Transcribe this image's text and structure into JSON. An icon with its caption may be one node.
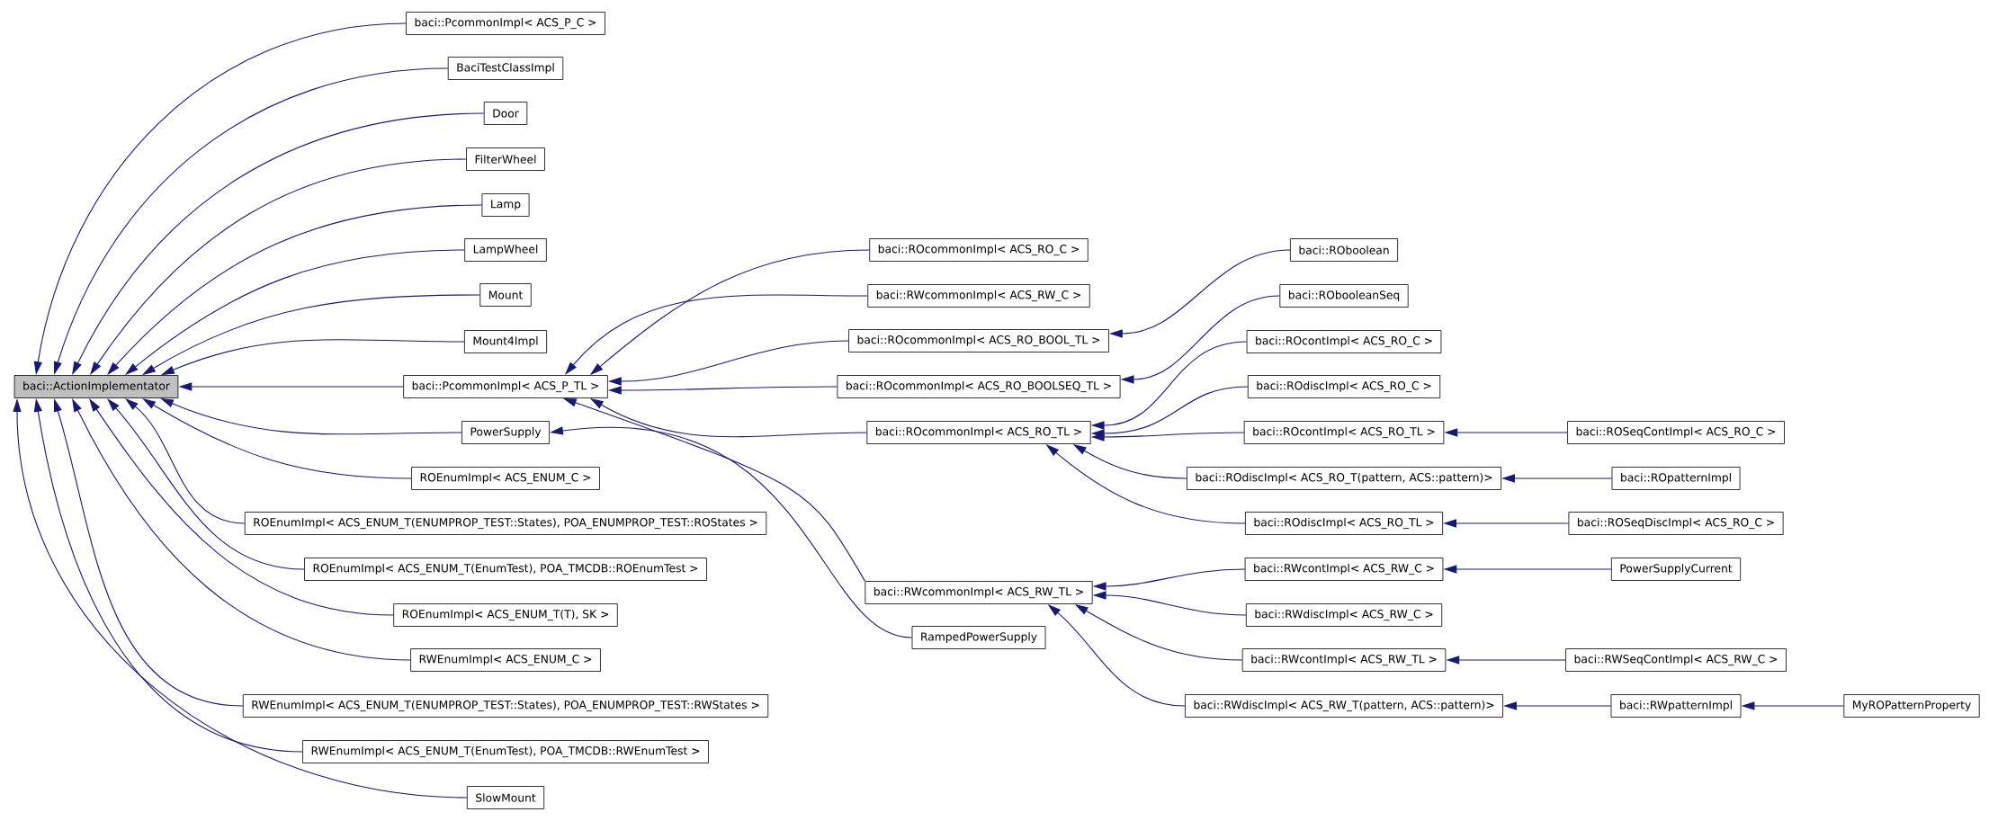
{
  "diagram": {
    "nodes": [
      {
        "text": [
          "baci::ActionImplementator"
        ]
      },
      {
        "text": [
          "baci::PcommonImpl< ACS_P_C >"
        ]
      },
      {
        "text": [
          "BaciTestClassImpl"
        ]
      },
      {
        "text": [
          "Door"
        ]
      },
      {
        "text": [
          "FilterWheel"
        ]
      },
      {
        "text": [
          "Lamp"
        ]
      },
      {
        "text": [
          "LampWheel"
        ]
      },
      {
        "text": [
          "Mount"
        ]
      },
      {
        "text": [
          "Mount4Impl"
        ]
      },
      {
        "text": [
          "baci::PcommonImpl< ACS_P_TL >"
        ]
      },
      {
        "text": [
          "PowerSupply"
        ]
      },
      {
        "text": [
          "ROEnumImpl< ACS_ENUM_C >"
        ]
      },
      {
        "text": [
          "ROEnumImpl< ACS_ENUM_T(ENUMPROP_TEST::States), POA_ENUMPROP_TEST::ROStates >"
        ]
      },
      {
        "text": [
          "ROEnumImpl< ACS_ENUM_T(EnumTest), POA_TMCDB::ROEnumTest >"
        ]
      },
      {
        "text": [
          "ROEnumImpl< ACS_ENUM_T(T), SK >"
        ]
      },
      {
        "text": [
          "RWEnumImpl< ACS_ENUM_C >"
        ]
      },
      {
        "text": [
          "RWEnumImpl< ACS_ENUM_T(ENUMPROP_TEST::States), POA_ENUMPROP_TEST::RWStates >"
        ]
      },
      {
        "text": [
          "RWEnumImpl< ACS_ENUM_T(EnumTest), POA_TMCDB::RWEnumTest >"
        ]
      },
      {
        "text": [
          "SlowMount"
        ]
      },
      {
        "text": [
          "baci::ROcommonImpl< ACS_RO_C >"
        ]
      },
      {
        "text": [
          "baci::RWcommonImpl< ACS_RW_C >"
        ]
      },
      {
        "text": [
          "baci::ROcommonImpl< ACS_RO_BOOL_TL >"
        ]
      },
      {
        "text": [
          "baci::ROcommonImpl< ACS_RO_BOOLSEQ_TL >"
        ]
      },
      {
        "text": [
          "baci::ROcommonImpl< ACS_RO_TL >"
        ]
      },
      {
        "text": [
          "baci::RWcommonImpl< ACS_RW_TL >"
        ]
      },
      {
        "text": [
          "RampedPowerSupply"
        ]
      },
      {
        "text": [
          "baci::ROboolean"
        ]
      },
      {
        "text": [
          "baci::RObooleanSeq"
        ]
      },
      {
        "text": [
          "baci::ROcontImpl< ACS_RO_C >"
        ]
      },
      {
        "text": [
          "baci::ROdiscImpl< ACS_RO_C >"
        ]
      },
      {
        "text": [
          "baci::ROcontImpl< ACS_RO_TL >"
        ]
      },
      {
        "text": [
          "baci::ROdiscImpl< ACS_RO_T(pattern, ACS::pattern)>"
        ]
      },
      {
        "text": [
          "baci::ROdiscImpl< ACS_RO_TL >"
        ]
      },
      {
        "text": [
          "baci::RWcontImpl< ACS_RW_C >"
        ]
      },
      {
        "text": [
          "baci::RWdiscImpl< ACS_RW_C >"
        ]
      },
      {
        "text": [
          "baci::RWcontImpl< ACS_RW_TL >"
        ]
      },
      {
        "text": [
          "baci::RWdiscImpl< ACS_RW_T(pattern, ACS::pattern)>"
        ]
      },
      {
        "text": [
          "baci::ROSeqContImpl< ACS_RO_C >"
        ]
      },
      {
        "text": [
          "baci::ROpatternImpl"
        ]
      },
      {
        "text": [
          "baci::ROSeqDiscImpl< ACS_RO_C >"
        ]
      },
      {
        "text": [
          "PowerSupplyCurrent"
        ]
      },
      {
        "text": [
          "baci::RWSeqContImpl< ACS_RW_C >"
        ]
      },
      {
        "text": [
          "baci::RWpatternImpl"
        ]
      },
      {
        "text": [
          "MyROPatternProperty"
        ]
      }
    ],
    "edges": [
      {
        "from": 1,
        "to": 0,
        "arrow": "to"
      },
      {
        "from": 2,
        "to": 0,
        "arrow": "to"
      },
      {
        "from": 3,
        "to": 0,
        "arrow": "to"
      },
      {
        "from": 4,
        "to": 0,
        "arrow": "to"
      },
      {
        "from": 5,
        "to": 0,
        "arrow": "to"
      },
      {
        "from": 6,
        "to": 0,
        "arrow": "to"
      },
      {
        "from": 7,
        "to": 0,
        "arrow": "to"
      },
      {
        "from": 8,
        "to": 0,
        "arrow": "to"
      },
      {
        "from": 9,
        "to": 0,
        "arrow": "to"
      },
      {
        "from": 10,
        "to": 0,
        "arrow": "to"
      },
      {
        "from": 11,
        "to": 0,
        "arrow": "to"
      },
      {
        "from": 12,
        "to": 0,
        "arrow": "to"
      },
      {
        "from": 13,
        "to": 0,
        "arrow": "to"
      },
      {
        "from": 14,
        "to": 0,
        "arrow": "to"
      },
      {
        "from": 15,
        "to": 0,
        "arrow": "to"
      },
      {
        "from": 16,
        "to": 0,
        "arrow": "to"
      },
      {
        "from": 17,
        "to": 0,
        "arrow": "to"
      },
      {
        "from": 18,
        "to": 0,
        "arrow": "to"
      },
      {
        "from": 19,
        "to": 9,
        "arrow": "to"
      },
      {
        "from": 20,
        "to": 9,
        "arrow": "to"
      },
      {
        "from": 21,
        "to": 9,
        "arrow": "to"
      },
      {
        "from": 22,
        "to": 9,
        "arrow": "to"
      },
      {
        "from": 23,
        "to": 9,
        "arrow": "to"
      },
      {
        "from": 24,
        "to": 9,
        "arrow": "to"
      },
      {
        "from": 25,
        "to": 10,
        "arrow": "to"
      },
      {
        "from": 26,
        "to": 21,
        "arrow": "to"
      },
      {
        "from": 27,
        "to": 22,
        "arrow": "to"
      },
      {
        "from": 28,
        "to": 23,
        "arrow": "to"
      },
      {
        "from": 29,
        "to": 23,
        "arrow": "to"
      },
      {
        "from": 30,
        "to": 23,
        "arrow": "to"
      },
      {
        "from": 31,
        "to": 23,
        "arrow": "to"
      },
      {
        "from": 32,
        "to": 23,
        "arrow": "to"
      },
      {
        "from": 33,
        "to": 24,
        "arrow": "to"
      },
      {
        "from": 34,
        "to": 24,
        "arrow": "to"
      },
      {
        "from": 35,
        "to": 24,
        "arrow": "to"
      },
      {
        "from": 36,
        "to": 24,
        "arrow": "to"
      },
      {
        "from": 37,
        "to": 30,
        "arrow": "to"
      },
      {
        "from": 38,
        "to": 31,
        "arrow": "to"
      },
      {
        "from": 39,
        "to": 32,
        "arrow": "to"
      },
      {
        "from": 40,
        "to": 33,
        "arrow": "to"
      },
      {
        "from": 41,
        "to": 35,
        "arrow": "to"
      },
      {
        "from": 42,
        "to": 36,
        "arrow": "to"
      },
      {
        "from": 43,
        "to": 42,
        "arrow": "to"
      }
    ]
  }
}
